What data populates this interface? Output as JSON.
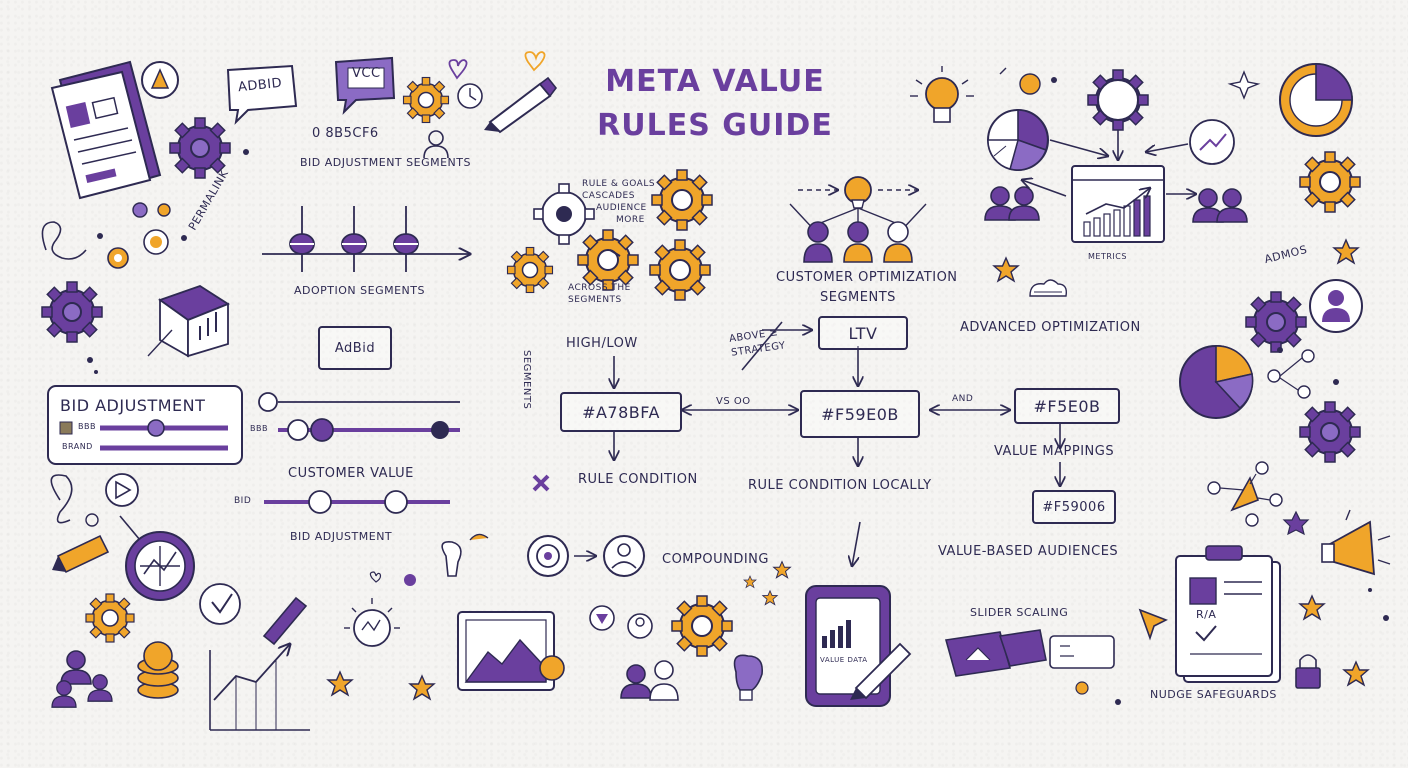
{
  "title": "META VALUE RULES GUIDE",
  "labels": {
    "adbid_small": "AdBid",
    "vcc": "VCC",
    "color_code_top": "0 8B5CF6",
    "bid_adjustment_segments": "BID ADJUSTMENT SEGMENTS",
    "side_vertical_left": "PERMALINK",
    "rule_gears_text_1": "RULE & GOALS",
    "rule_gears_text_2": "CASCADES",
    "rule_gears_text_3": "AUDIENCE",
    "rule_gears_text_4": "MORE",
    "gears_bottom_1": "ACROSS THE",
    "gears_bottom_2": "SEGMENTS",
    "adoption_segments": "ADOPTION SEGMENTS",
    "adbid_box": "AdBid",
    "bid_adjustment": "BID ADJUSTMENT",
    "slider_label_1": "BBB",
    "slider_label_2": "BRAND",
    "slider_label_3": "BBB",
    "customer_value": "CUSTOMER VALUE",
    "bid_adjustment_2": "BID ADJUSTMENT",
    "slider_caption": "Bid",
    "customer_optimization": "CUSTOMER OPTIMIZATION",
    "segments": "SEGMENTS",
    "high_low": "HIGH/LOW",
    "above_strategy": "ABOVE ≥ STRATEGY",
    "ltv": "LTV",
    "color_a": "#A78BFA",
    "color_b": "#F59E0B",
    "color_c": "#F5E0B",
    "color_d": "#F59006",
    "arrow_left_label": "VS OO",
    "arrow_right_label": "AND",
    "rule_condition_left": "RULE CONDITION",
    "rule_condition_mid": "RULE CONDITION LOCALLY",
    "advanced_optimization": "ADVANCED OPTIMIZATION",
    "vertical_left_mid": "SEGMENTS",
    "value_mapping": "VALUE MAPPINGS",
    "value_based_audiences": "VALUE-BASED AUDIENCES",
    "compounding": "COMPOUNDING",
    "slider_scaling": "SLIDER SCALING",
    "nudge_safeguards": "NUDGE SAFEGUARDS",
    "right_top_text": "ADMOS",
    "right_top_small": "METRICS",
    "tablet_text": "VALUE DATA",
    "clipboard_text": "R/A"
  },
  "colors": {
    "ink": "#2e2a52",
    "purple": "#6a3f9e",
    "purple_light": "#8b6bc4",
    "orange": "#f0a52a"
  }
}
